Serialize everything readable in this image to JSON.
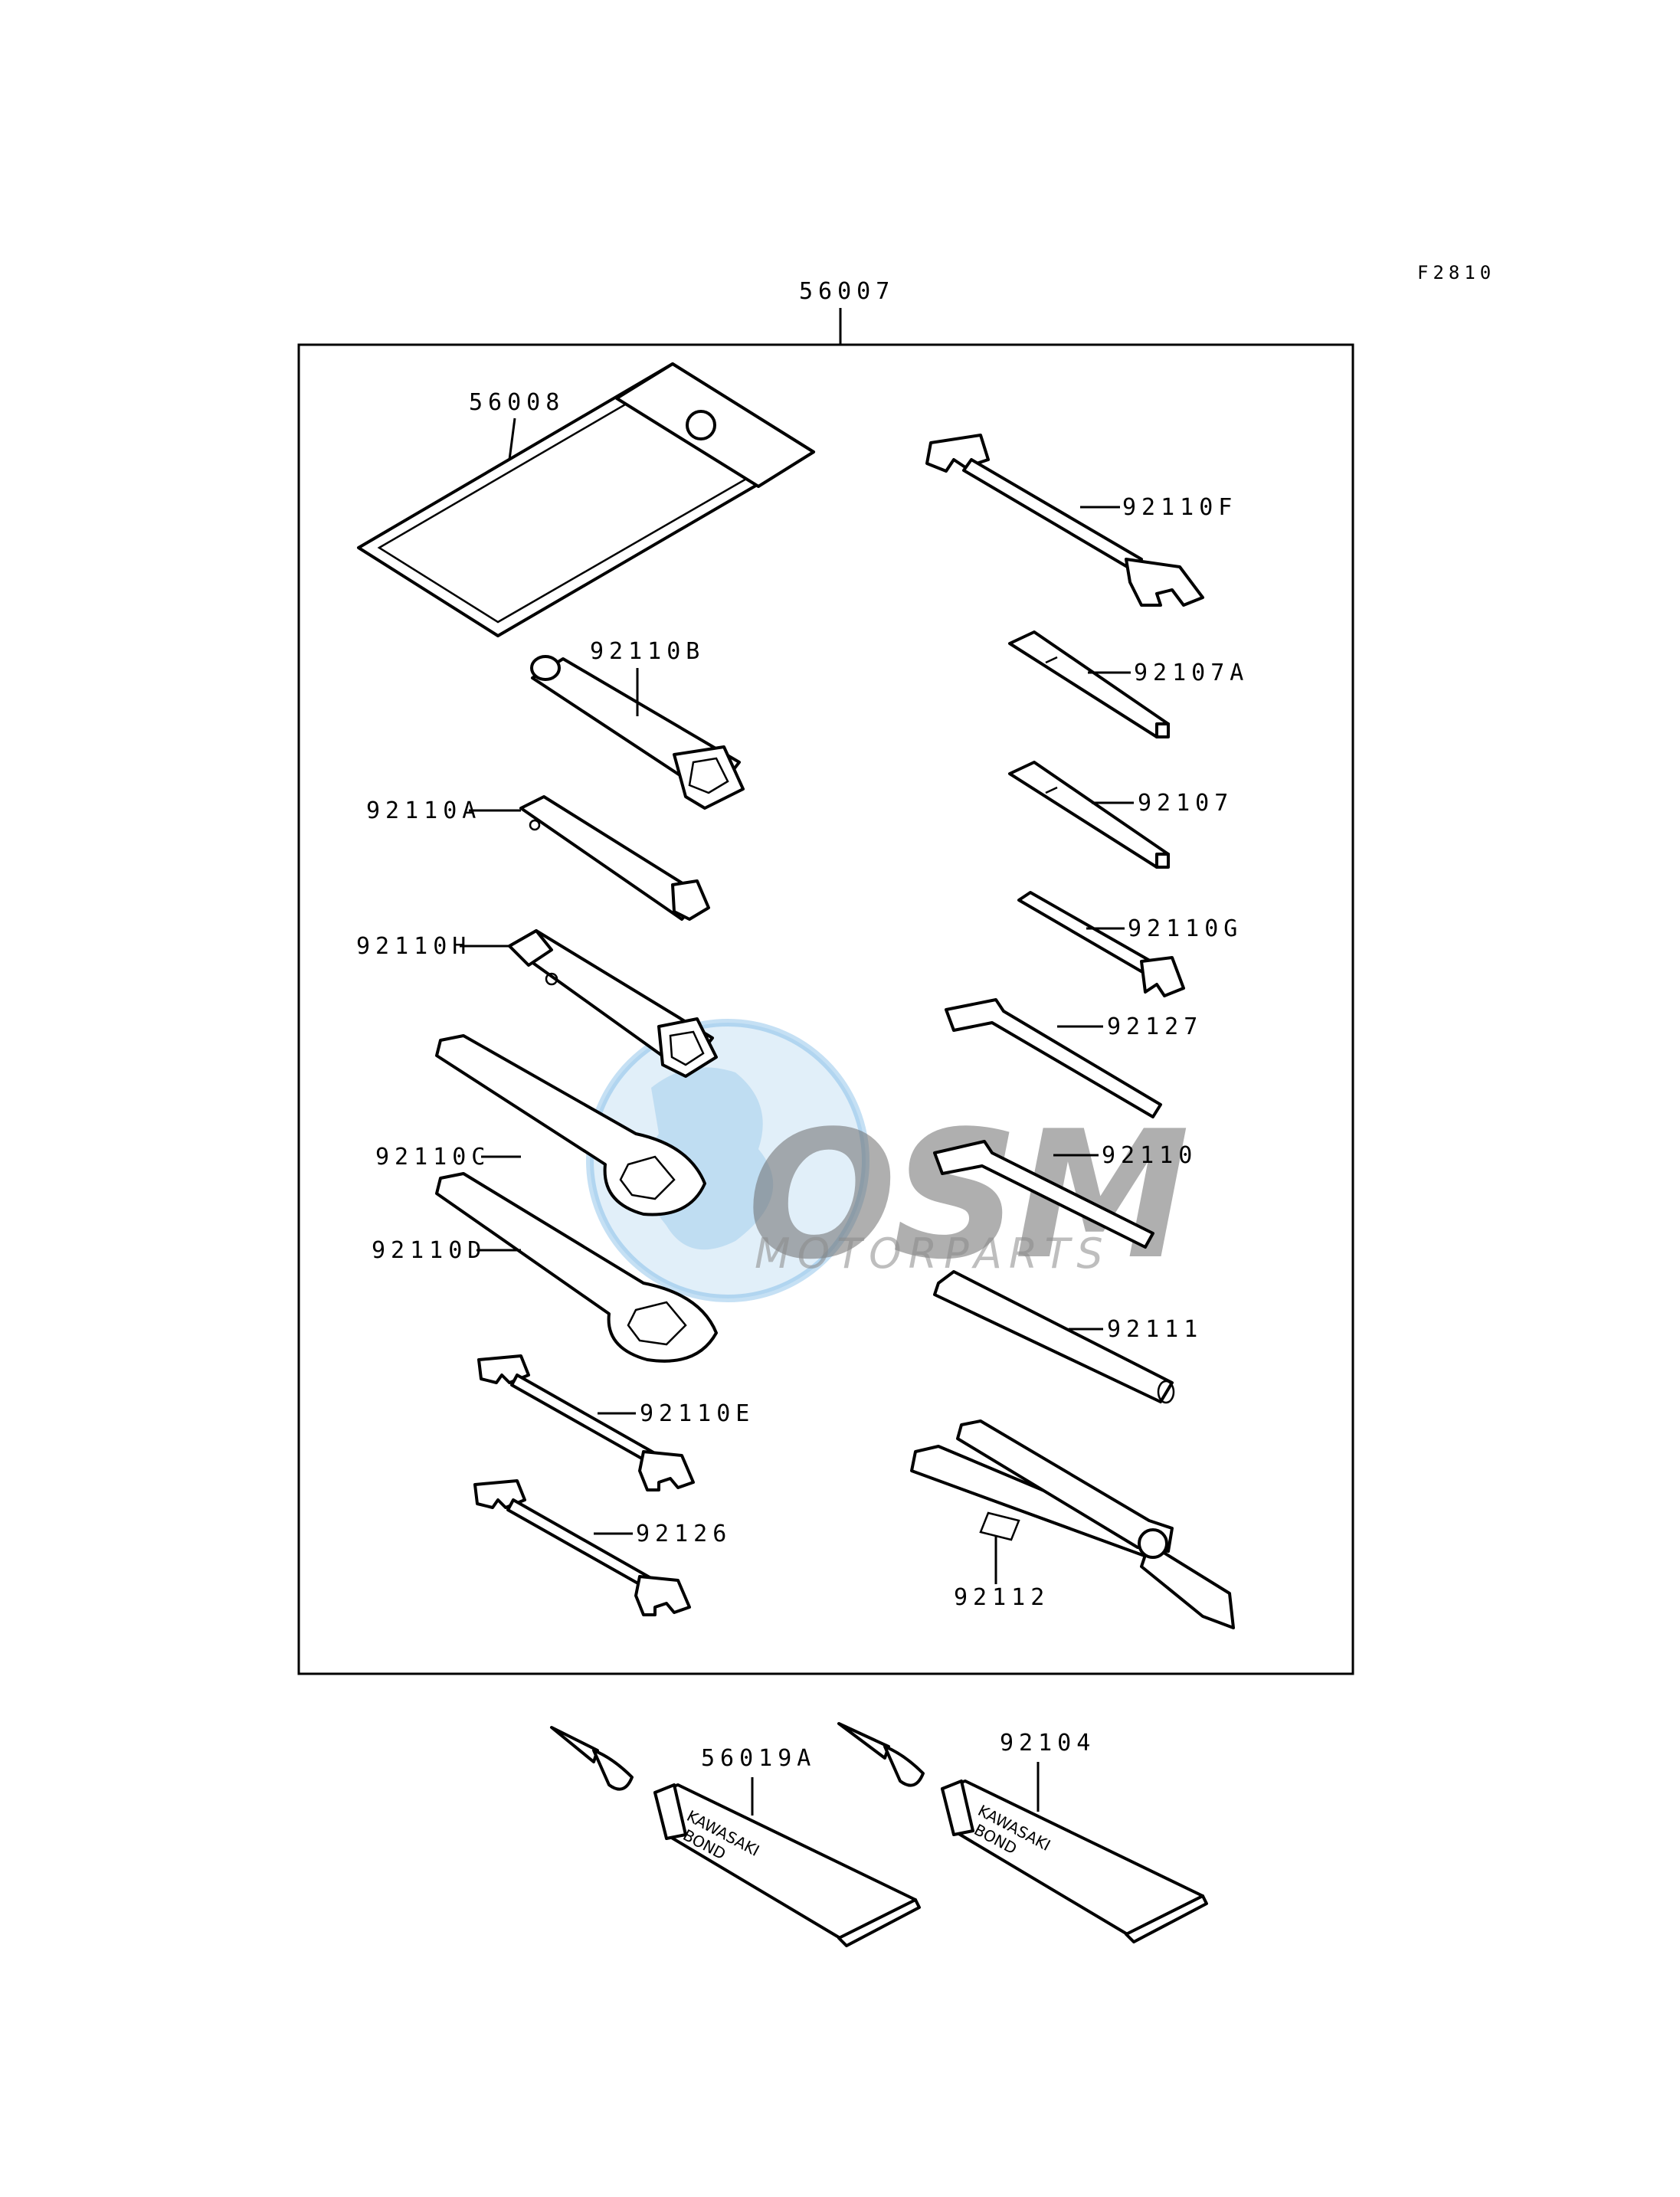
{
  "diagram": {
    "ref_code": "F2810",
    "kit_label": "56007",
    "labels": {
      "pouch": "56008",
      "wrench_f": "92110F",
      "screwdriver_a": "92107A",
      "box_b": "92110B",
      "screwdriver": "92107",
      "box_a": "92110A",
      "spanner_g": "92110G",
      "box_h": "92110H",
      "hex_key_92127": "92127",
      "ring_c": "92110C",
      "hex_key_92110": "92110",
      "ring_d": "92110D",
      "extension": "92111",
      "wrench_e": "92110E",
      "pliers": "92112",
      "wrench_92126": "92126",
      "bond_a": "56019A",
      "bond_b": "92104"
    },
    "tube_text": [
      "KAWASAKI",
      "BOND"
    ]
  },
  "watermark": {
    "logo_text": "OSM",
    "tagline": "MOTORPARTS",
    "accent_color": "#5aa7e0"
  }
}
